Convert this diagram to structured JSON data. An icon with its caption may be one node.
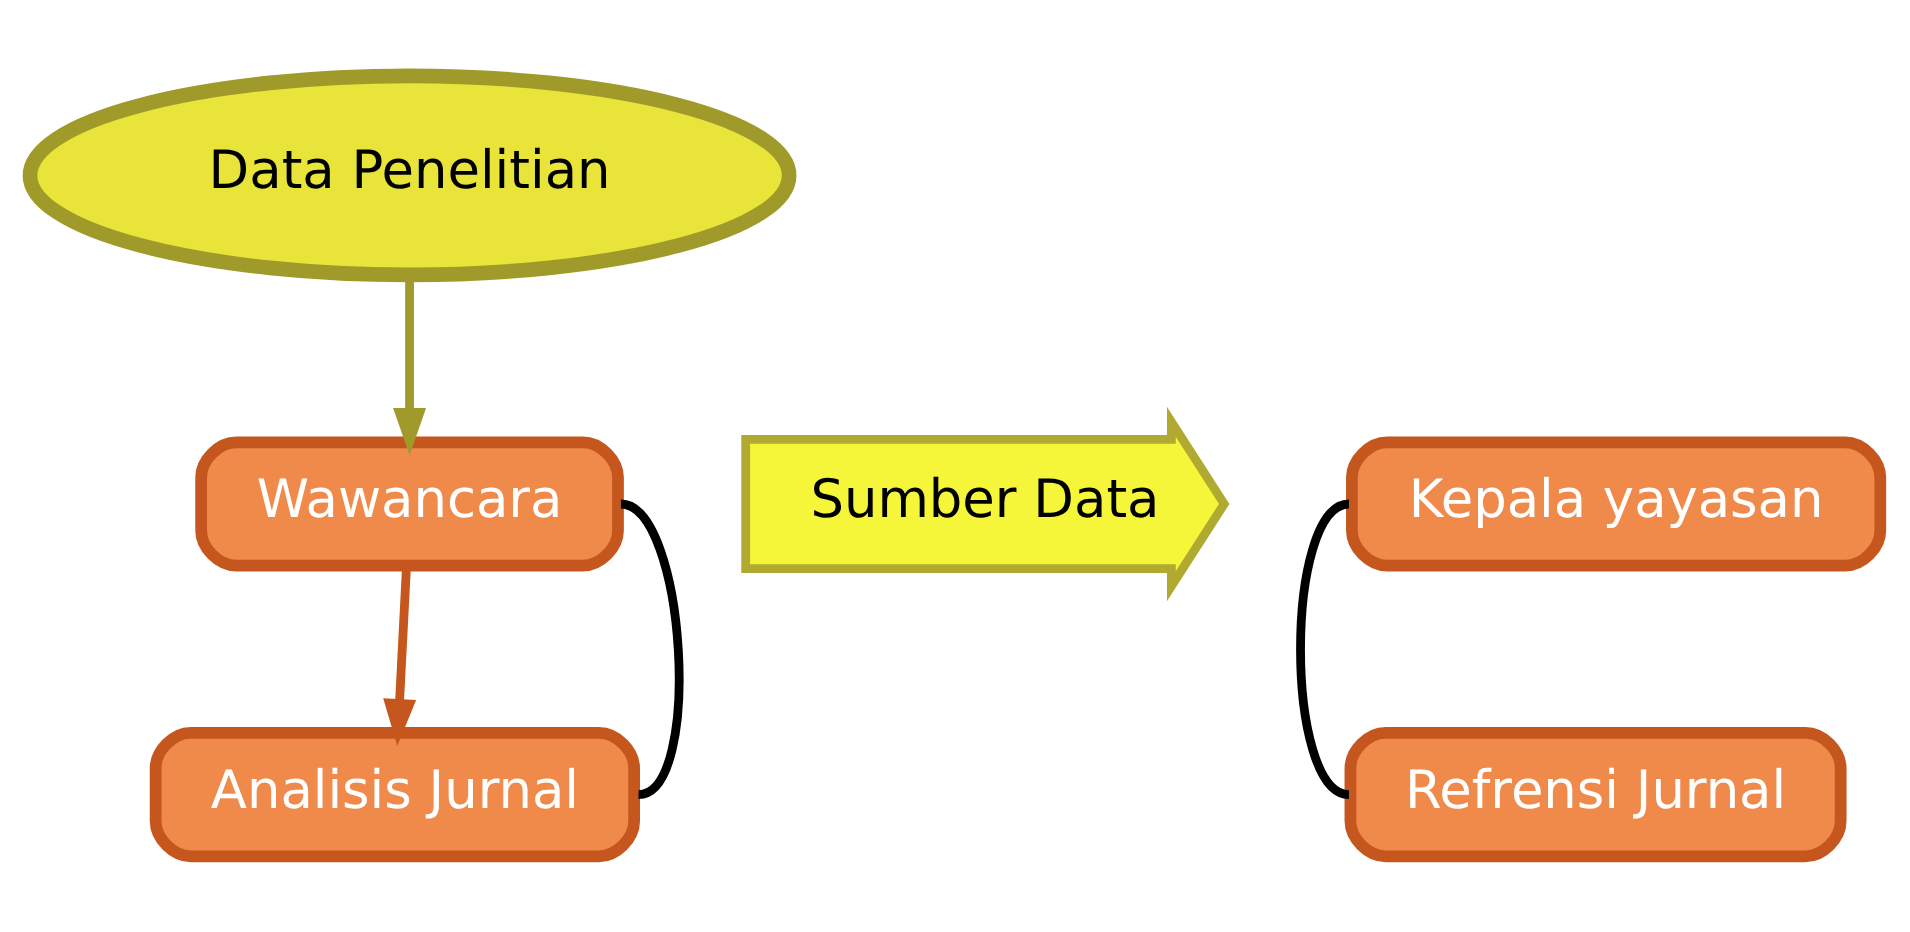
{
  "diagram": {
    "nodes": [
      {
        "text": [
          "Data Penelitian"
        ]
      },
      {
        "text": [
          "Wawancara"
        ]
      },
      {
        "text": [
          "Analisis Jurnal"
        ]
      },
      {
        "text": [
          "Sumber Data"
        ]
      },
      {
        "text": [
          "Kepala yayasan"
        ]
      },
      {
        "text": [
          "Refrensi Jurnal"
        ]
      }
    ],
    "edges": [
      {
        "from": 0,
        "to": 1,
        "arrow": "to",
        "color": "#a09a2b"
      },
      {
        "from": 1,
        "to": 2,
        "arrow": "to",
        "color": "#c4561e"
      },
      {
        "from": 1,
        "to": 2,
        "arrow": "none"
      },
      {
        "from": 4,
        "to": 5,
        "arrow": "none"
      }
    ]
  }
}
